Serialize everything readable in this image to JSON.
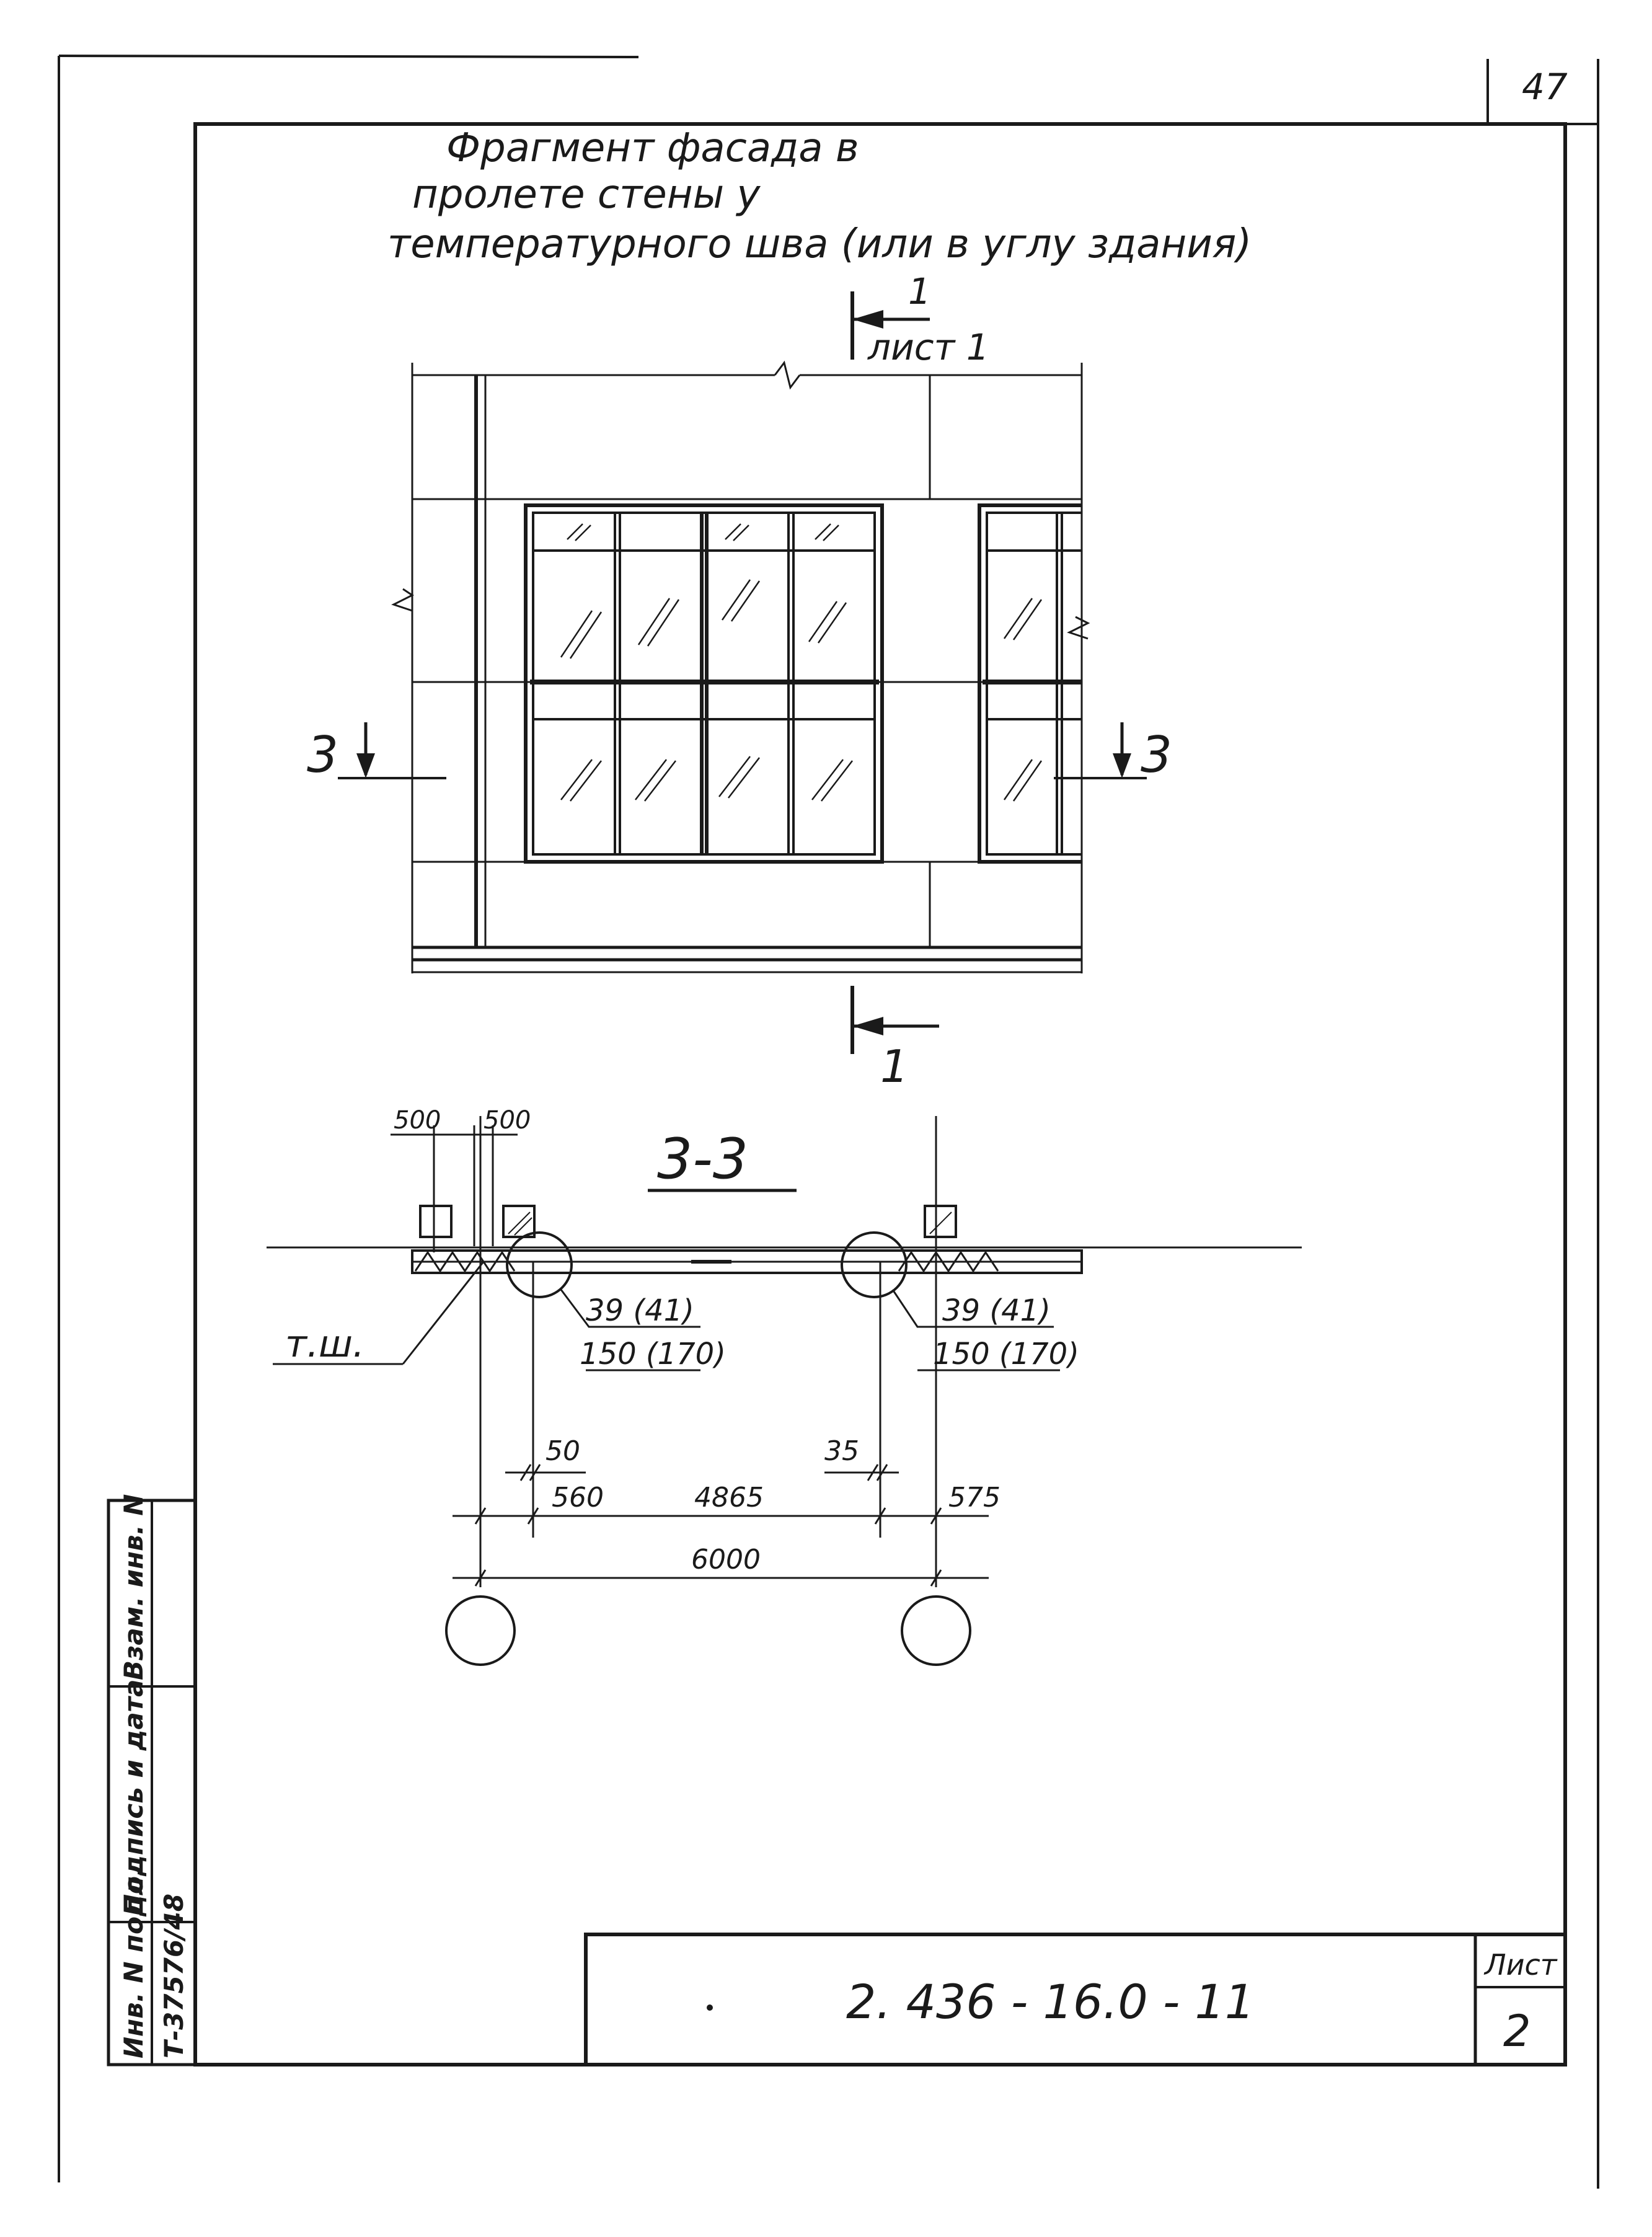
{
  "page_number": "47",
  "title": {
    "line1": "Фрагмент  фасада  в",
    "line2": "пролете  стены  у",
    "line3": "температурного  шва (или в углу здания)"
  },
  "section_marks": {
    "cut_1_number": "1",
    "cut_1_sheet_ref": "лист 1",
    "cut_1_number_bottom": "1",
    "cut_3_left": "3",
    "cut_3_right": "3"
  },
  "section_3_3": {
    "title": "3-3",
    "dim_top_left": "500",
    "dim_top_right": "500",
    "joint_label": "т.ш.",
    "callout_left_line1": "39 (41)",
    "callout_left_line2": "150 (170)",
    "callout_right_line1": "39 (41)",
    "callout_right_line2": "150 (170)",
    "dim_50": "50",
    "dim_35": "35",
    "dim_560": "560",
    "dim_4865": "4865",
    "dim_575": "575",
    "dim_6000": "6000"
  },
  "side_stamp": {
    "inv_orig": "Инв. N подл.",
    "sign_date": "Подпись и дата",
    "vzam_inv": "Взам. инв. N",
    "inv_number": "Т-37576/48"
  },
  "title_block": {
    "doc_code": "2. 436 - 16.0 - 11",
    "sheet_label": "Лист",
    "sheet_number": "2"
  }
}
